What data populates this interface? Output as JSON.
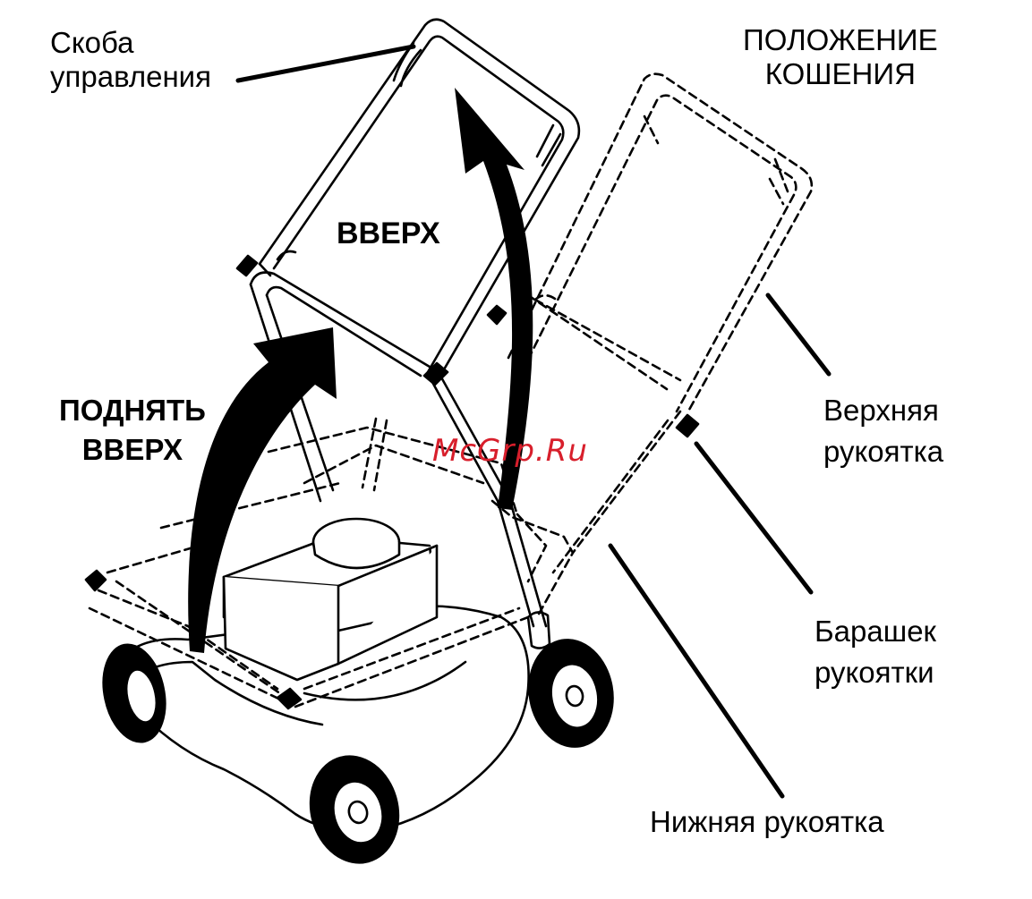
{
  "labels": {
    "control_bar": [
      "Скоба",
      "управления"
    ],
    "mowing_position": [
      "ПОЛОЖЕНИЕ",
      "КОШЕНИЯ"
    ],
    "up": "ВВЕРХ",
    "lift_up": [
      "ПОДНЯТЬ",
      "ВВЕРХ"
    ],
    "upper_handle": [
      "Верхняя",
      "рукоятка"
    ],
    "handle_knob": [
      "Барашек",
      "рукоятки"
    ],
    "lower_handle": "Нижняя рукоятка"
  },
  "watermark": "McGrp.Ru",
  "colors": {
    "ink": "#000000",
    "background": "#ffffff",
    "watermark": "#d81f2c"
  }
}
